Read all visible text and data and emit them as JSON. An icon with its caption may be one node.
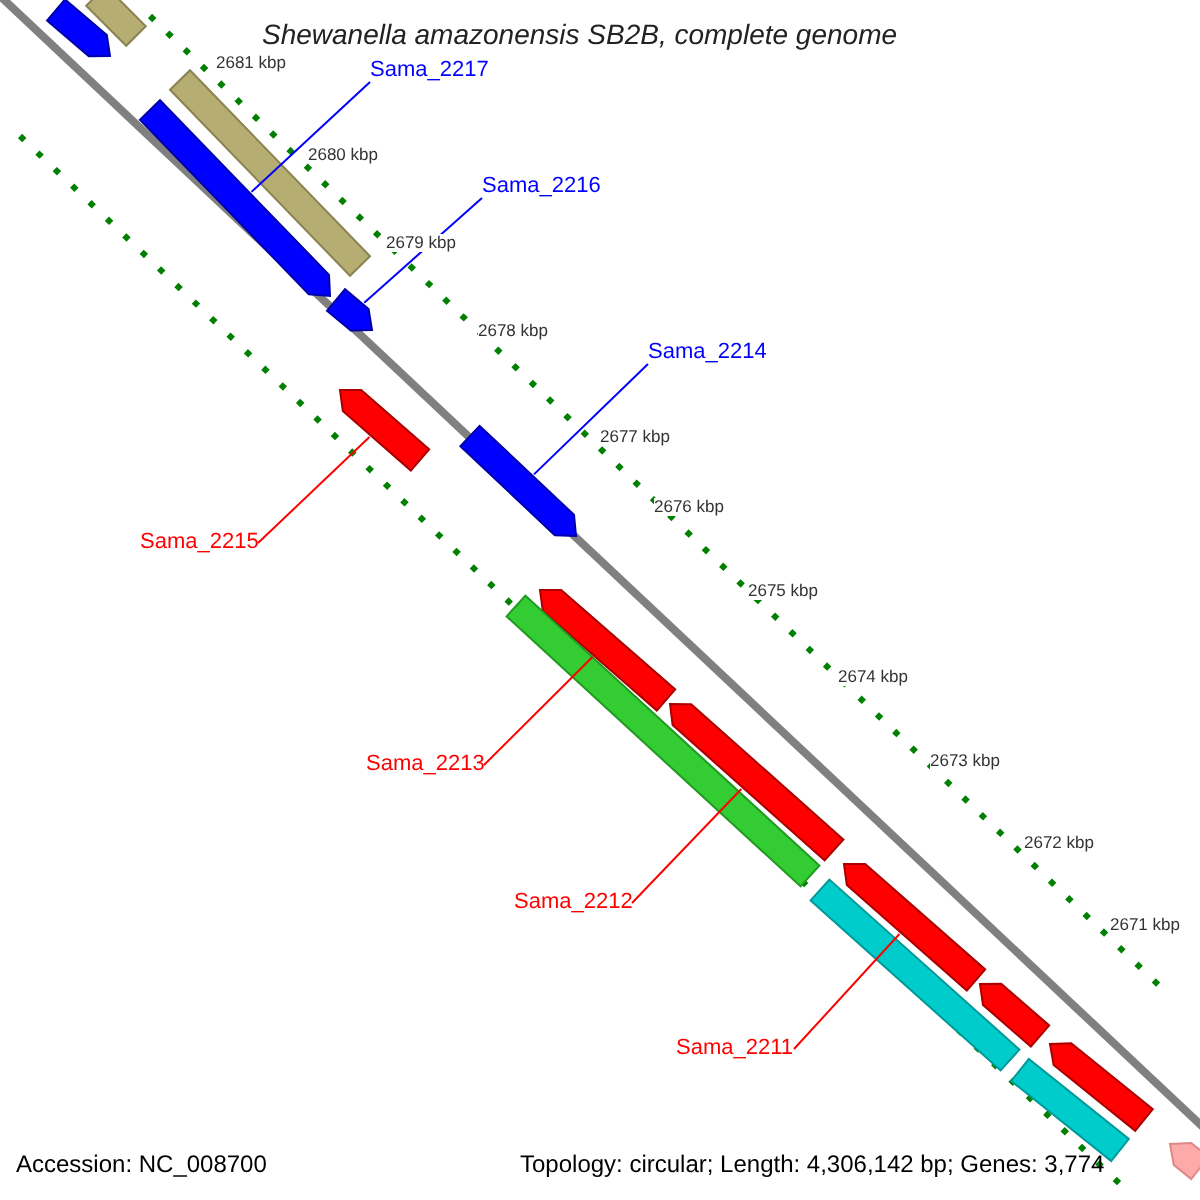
{
  "diagram": {
    "title": "Shewanella amazonensis SB2B, complete genome",
    "nodes": [
      {
        "text": [
          "Sama_2217"
        ]
      },
      {
        "text": [
          "Sama_2216"
        ]
      },
      {
        "text": [
          "Sama_2214"
        ]
      },
      {
        "text": [
          "Sama_2215"
        ]
      },
      {
        "text": [
          "Sama_2213"
        ]
      },
      {
        "text": [
          "Sama_2212"
        ]
      },
      {
        "text": [
          "Sama_2211"
        ]
      },
      {
        "text": [],
        "shape": "arrow"
      },
      {
        "text": [],
        "shape": "bar"
      },
      {
        "text": [],
        "shape": "bar"
      },
      {
        "text": [],
        "shape": "arrow"
      },
      {
        "text": [],
        "shape": "arrow"
      },
      {
        "text": [],
        "shape": "arrow"
      },
      {
        "text": [],
        "shape": "arrow"
      },
      {
        "text": [],
        "shape": "arrow"
      },
      {
        "text": [],
        "shape": "arrow"
      },
      {
        "text": [],
        "shape": "bar"
      },
      {
        "text": [],
        "shape": "arrow"
      },
      {
        "text": [],
        "shape": "bar"
      },
      {
        "text": [],
        "shape": "arrow"
      },
      {
        "text": [],
        "shape": "arrow"
      },
      {
        "text": [],
        "shape": "bar"
      },
      {
        "text": [],
        "shape": "arrow"
      }
    ],
    "edges": [
      {
        "from": 0,
        "to": 10,
        "arrow": "none",
        "color": "#0000ff"
      },
      {
        "from": 1,
        "to": 11,
        "arrow": "none",
        "color": "#0000ff"
      },
      {
        "from": 2,
        "to": 13,
        "arrow": "none",
        "color": "#0000ff"
      },
      {
        "from": 3,
        "to": 12,
        "arrow": "none"
      },
      {
        "from": 4,
        "to": 14,
        "arrow": "none"
      },
      {
        "from": 5,
        "to": 15,
        "arrow": "none"
      },
      {
        "from": 6,
        "to": 17,
        "arrow": "none"
      }
    ],
    "labels": [
      "2681 kbp",
      "2680 kbp",
      "2679 kbp",
      "2678 kbp",
      "2677 kbp",
      "2676 kbp",
      "2675 kbp",
      "2674 kbp",
      "2673 kbp",
      "2672 kbp",
      "2671 kbp",
      "Accession: NC_008700",
      "Topology: circular; Length: 4,306,142 bp; Genes: 3,774"
    ]
  }
}
